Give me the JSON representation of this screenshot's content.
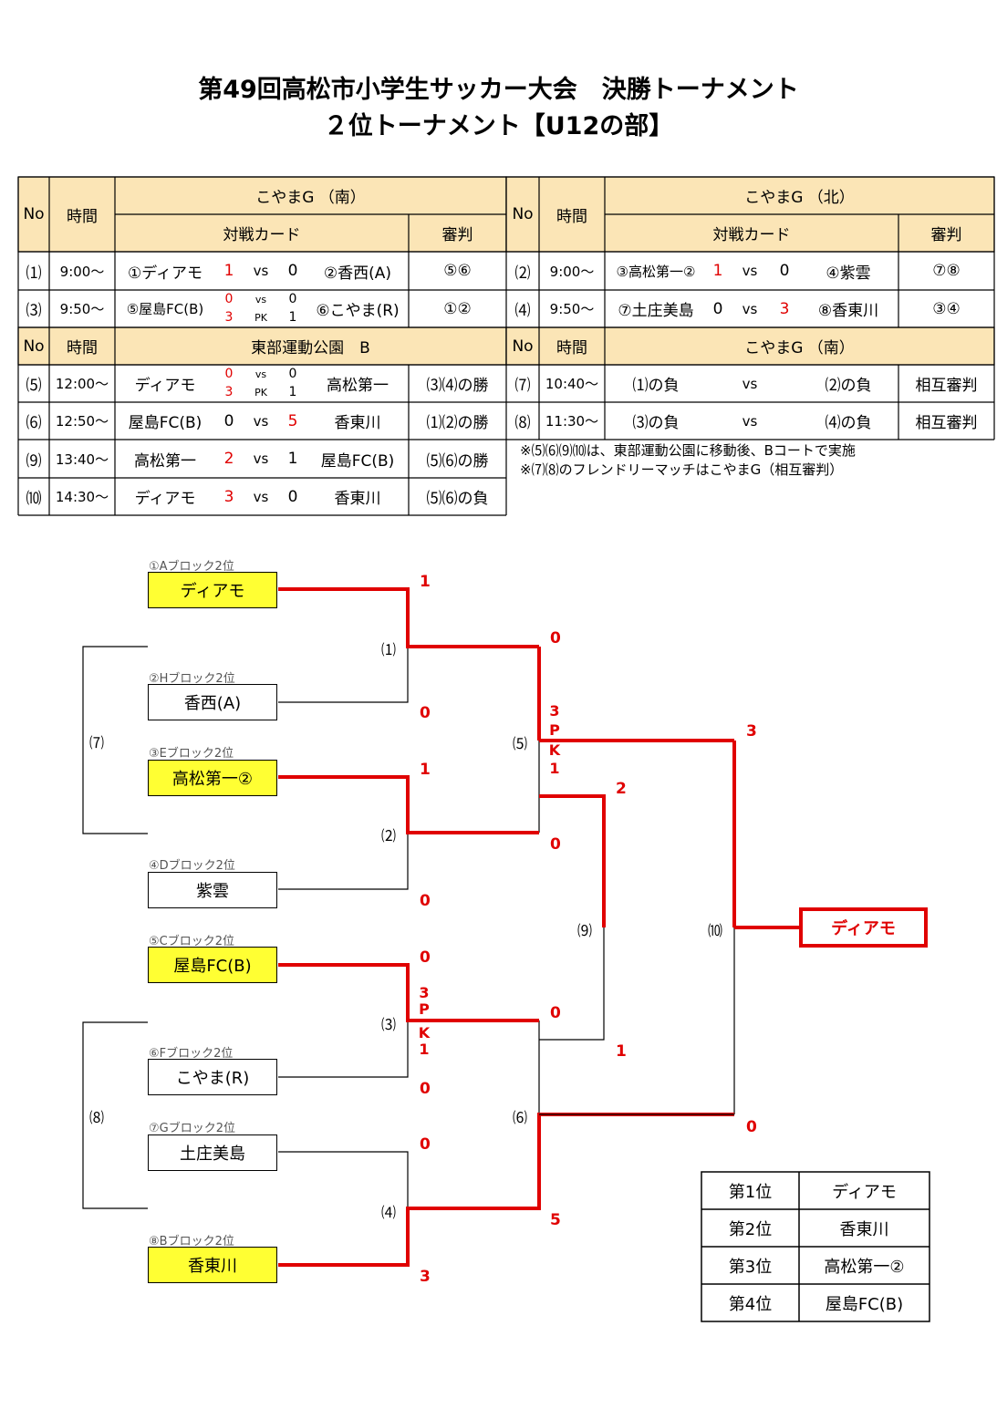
{
  "title_line1": "第49回高松市小学生サッカー大会　決勝トーナメント",
  "title_line2": "２位トーナメント【U12の部】",
  "headers": {
    "no": "No",
    "time": "時間",
    "match_card": "対戦カード",
    "referee": "審判",
    "venue_south": "こやまG （南）",
    "venue_north": "こやまG （北）",
    "venue_tobu": "東部運動公園　B",
    "venue_south2": "こやまG （南）"
  },
  "schedule": {
    "m1": {
      "no": "⑴",
      "time": "9:00～",
      "home": "①ディアモ",
      "hs": "1",
      "vs": "vs",
      "as": "0",
      "away": "②香西(A)",
      "ref": "⑤⑥"
    },
    "m2": {
      "no": "⑵",
      "time": "9:00～",
      "home": "③高松第一②",
      "hs": "1",
      "vs": "vs",
      "as": "0",
      "away": "④紫雲",
      "ref": "⑦⑧"
    },
    "m3": {
      "no": "⑶",
      "time": "9:50～",
      "home": "⑤屋島FC(B)",
      "hs": "0",
      "hpk": "3",
      "vs": "vs",
      "pk": "PK",
      "as": "0",
      "apk": "1",
      "away": "⑥こやま(R)",
      "ref": "①②"
    },
    "m4": {
      "no": "⑷",
      "time": "9:50～",
      "home": "⑦土庄美島",
      "hs": "0",
      "vs": "vs",
      "as": "3",
      "away": "⑧香東川",
      "ref": "③④"
    },
    "m5": {
      "no": "⑸",
      "time": "12:00～",
      "home": "ディアモ",
      "hs": "0",
      "hpk": "3",
      "vs": "vs",
      "pk": "PK",
      "as": "0",
      "apk": "1",
      "away": "高松第一",
      "ref": "⑶⑷の勝"
    },
    "m7": {
      "no": "⑺",
      "time": "10:40～",
      "home": "⑴の負",
      "vs": "vs",
      "away": "⑵の負",
      "ref": "相互審判"
    },
    "m6": {
      "no": "⑹",
      "time": "12:50～",
      "home": "屋島FC(B)",
      "hs": "0",
      "vs": "vs",
      "as": "5",
      "away": "香東川",
      "ref": "⑴⑵の勝"
    },
    "m8": {
      "no": "⑻",
      "time": "11:30～",
      "home": "⑶の負",
      "vs": "vs",
      "away": "⑷の負",
      "ref": "相互審判"
    },
    "m9": {
      "no": "⑼",
      "time": "13:40～",
      "home": "高松第一",
      "hs": "2",
      "vs": "vs",
      "as": "1",
      "away": "屋島FC(B)",
      "ref": "⑸⑹の勝"
    },
    "m10": {
      "no": "⑽",
      "time": "14:30～",
      "home": "ディアモ",
      "hs": "3",
      "vs": "vs",
      "as": "0",
      "away": "香東川",
      "ref": "⑸⑹の負"
    }
  },
  "notes": [
    "※⑸⑹⑼⑽は、東部運動公園に移動後、Bコートで実施",
    "※⑺⑻のフレンドリーマッチはこやまG（相互審判）"
  ],
  "bracket": {
    "teams": [
      {
        "seed": "①Aブロック2位",
        "name": "ディアモ"
      },
      {
        "seed": "②Hブロック2位",
        "name": "香西(A)"
      },
      {
        "seed": "③Eブロック2位",
        "name": "高松第一②"
      },
      {
        "seed": "④Dブロック2位",
        "name": "紫雲"
      },
      {
        "seed": "⑤Cブロック2位",
        "name": "屋島FC(B)"
      },
      {
        "seed": "⑥Fブロック2位",
        "name": "こやま(R)"
      },
      {
        "seed": "⑦Gブロック2位",
        "name": "土庄美島"
      },
      {
        "seed": "⑧Bブロック2位",
        "name": "香東川"
      }
    ],
    "match_labels": {
      "m1": "⑴",
      "m2": "⑵",
      "m3": "⑶",
      "m4": "⑷",
      "m5": "⑸",
      "m6": "⑹",
      "m7": "⑺",
      "m8": "⑻",
      "m9": "⑼",
      "m10": "⑽"
    },
    "scores": {
      "m1_top": "1",
      "m1_bot": "0",
      "m2_top": "1",
      "m2_bot": "0",
      "m3_top": "0",
      "m3_bot": "0",
      "m3_pk_top": "3",
      "m3_pk_bot": "1",
      "m4_top": "0",
      "m4_bot": "3",
      "m5_top": "0",
      "m5_bot": "0",
      "m5_pk_top": "3",
      "m5_pk_bot": "1",
      "m6_top": "0",
      "m6_bot": "5",
      "m9_top": "2",
      "m9_bot": "1",
      "m10_top": "3",
      "m10_bot": "0"
    },
    "pk_letters": [
      "P",
      "K"
    ],
    "champion": "ディアモ"
  },
  "ranking": [
    {
      "place": "第1位",
      "team": "ディアモ"
    },
    {
      "place": "第2位",
      "team": "香東川"
    },
    {
      "place": "第3位",
      "team": "高松第一②"
    },
    {
      "place": "第4位",
      "team": "屋島FC(B)"
    }
  ],
  "colors": {
    "header_bg": "#fbe5b6",
    "winner_line": "#e00000",
    "qualifier_bg": "#ffff33"
  }
}
